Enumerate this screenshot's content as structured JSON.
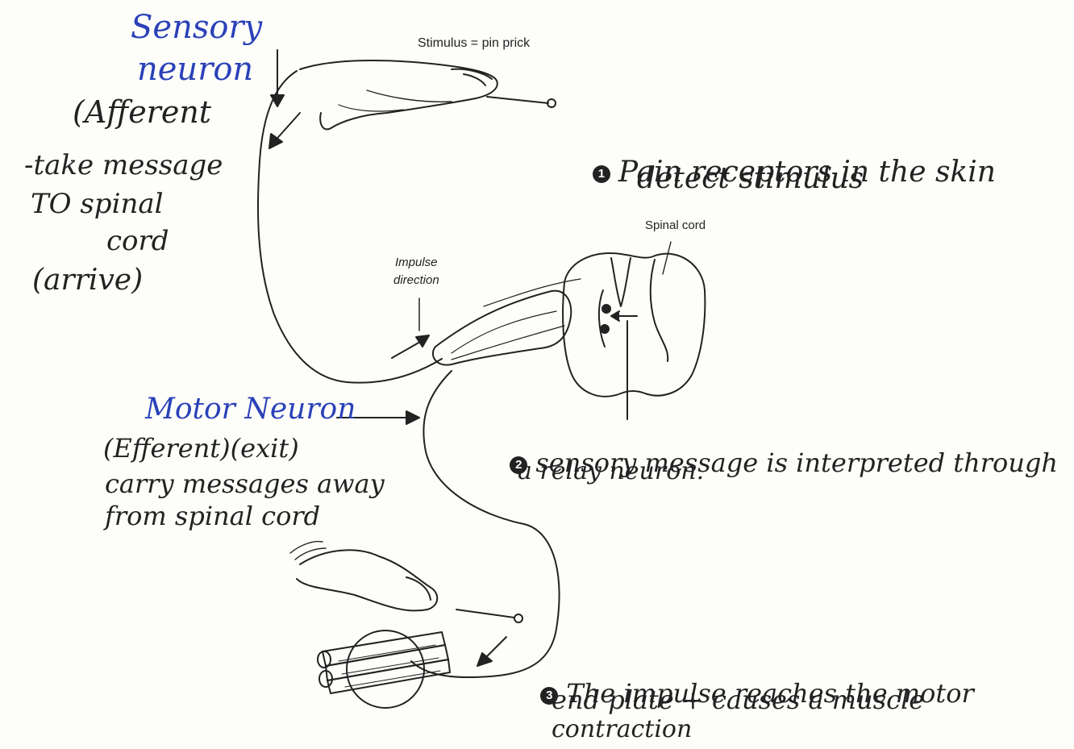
{
  "sensory": {
    "title_line1": "Sensory",
    "title_line2": "neuron",
    "paren": "(Afferent",
    "desc1": "-take message",
    "desc2": "TO spinal",
    "desc3": "cord",
    "desc4": "(arrive)"
  },
  "stimulus_label": "Stimulus = pin prick",
  "step1": {
    "number": "1",
    "line1": "Pain receptors in the skin",
    "line2": "detect stimulus"
  },
  "spinal_cord_label": "Spinal cord",
  "impulse": {
    "line1": "Impulse",
    "line2": "direction"
  },
  "motor": {
    "title": "Motor Neuron",
    "line1": "(Efferent)(exit)",
    "line2": "carry messages away",
    "line3": "from spinal cord"
  },
  "step2": {
    "number": "2",
    "line1": "sensory message is interpreted through",
    "line2": "a relay neuron."
  },
  "step3": {
    "number": "3",
    "line1": "The impulse reaches the motor",
    "line2": "end plate + causes a muscle",
    "line3": "contraction"
  }
}
